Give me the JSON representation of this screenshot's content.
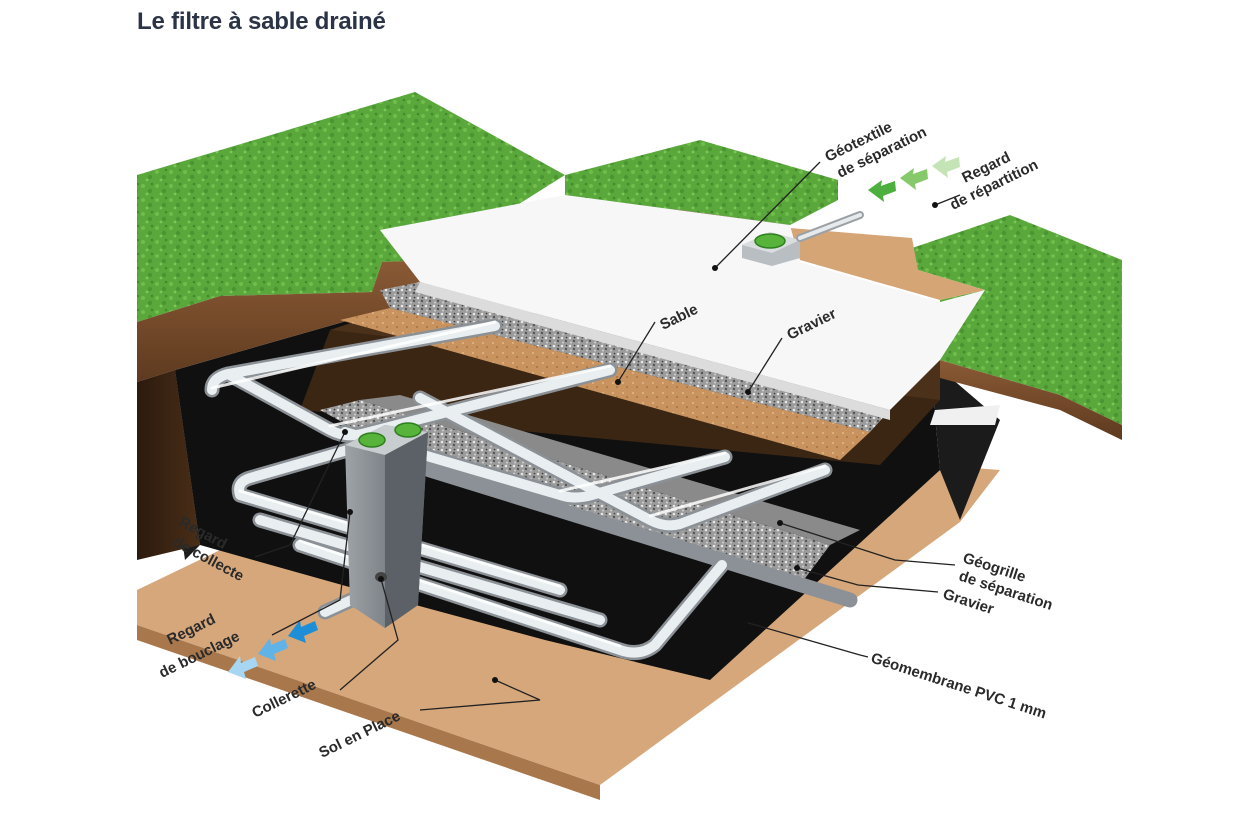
{
  "title": "Le filtre à sable drainé",
  "labels": {
    "geotextile_1": "Géotextile",
    "geotextile_2": "de séparation",
    "regard_rep_1": "Regard",
    "regard_rep_2": "de répartition",
    "sable": "Sable",
    "gravier_top": "Gravier",
    "regard_col_1": "Regard",
    "regard_col_2": "de collecte",
    "geogrille_1": "Géogrille",
    "geogrille_2": "de séparation",
    "gravier_bottom": "Gravier",
    "regard_bou_1": "Regard",
    "regard_bou_2": "de bouclage",
    "geomembrane": "Géomembrane PVC 1 mm",
    "collerette": "Collerette",
    "sol": "Sol en Place"
  },
  "colors": {
    "grass": "#5aa83c",
    "soil": "#7a4f2e",
    "sand": "#d7a77a",
    "geomembrane": "#111111",
    "geotextile": "#f6f6f6",
    "gravel": "#9a9a9a",
    "inflow_arrow": "#4caf3e",
    "outflow_arrow": "#2aa0df"
  },
  "icons": {
    "inflow": "arrow-left-icon",
    "outflow": "arrow-down-left-icon"
  }
}
